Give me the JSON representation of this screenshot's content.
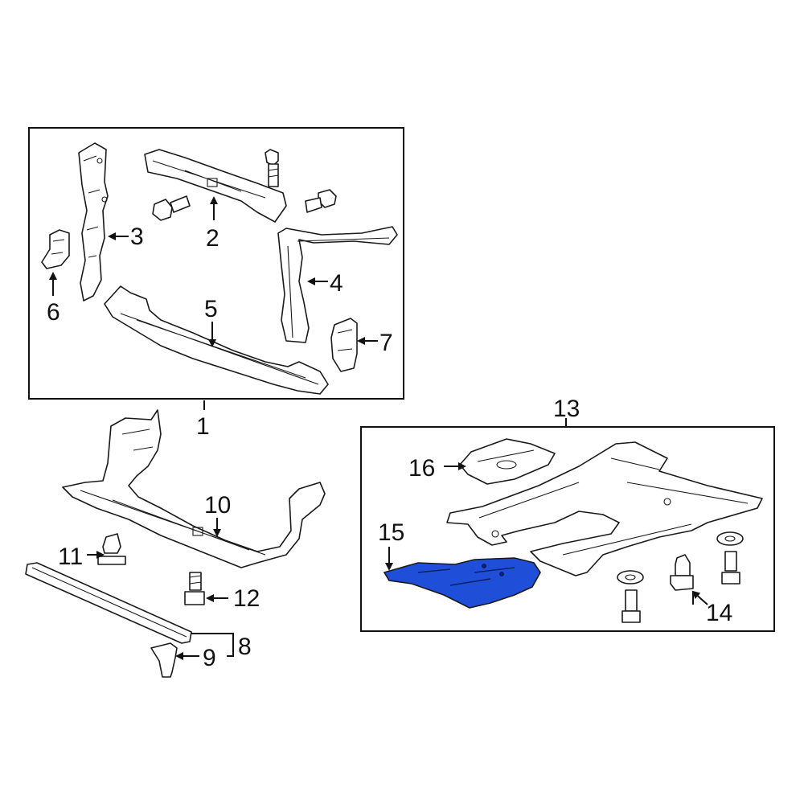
{
  "colors": {
    "highlight": "#1f4fd8",
    "line": "#1a1a1a",
    "background": "#ffffff"
  },
  "callouts": {
    "c1": "1",
    "c2": "2",
    "c3": "3",
    "c4": "4",
    "c5": "5",
    "c6": "6",
    "c7": "7",
    "c8": "8",
    "c9": "9",
    "c10": "10",
    "c11": "11",
    "c12": "12",
    "c13": "13",
    "c14": "14",
    "c15": "15",
    "c16": "16"
  },
  "highlighted_part": "15"
}
